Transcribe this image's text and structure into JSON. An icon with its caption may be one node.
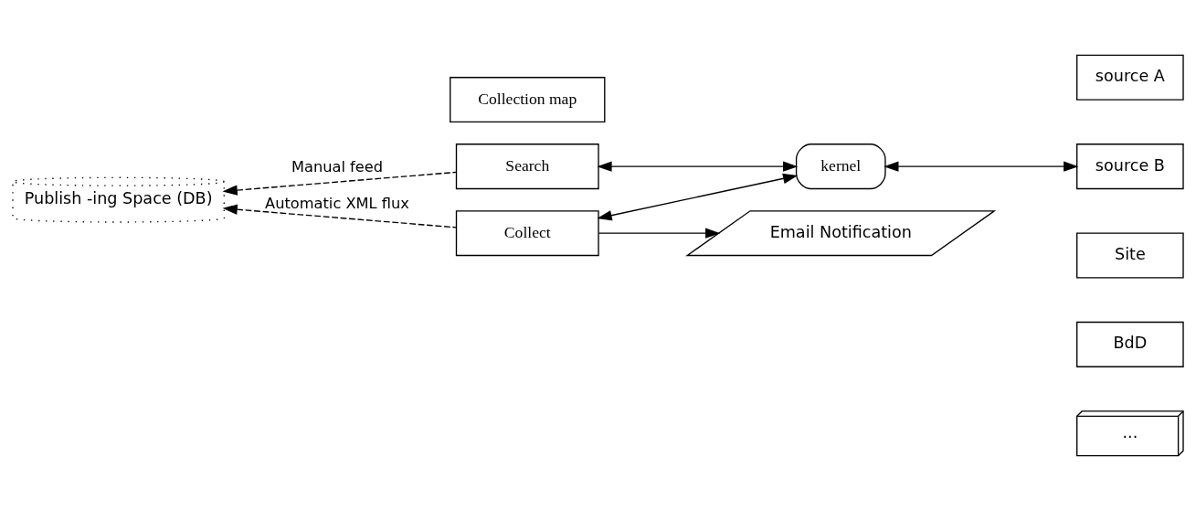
{
  "diagram": {
    "nodes": [
      {
        "text": [
          "Publish -ing Space (DB)"
        ]
      },
      {
        "text": [
          "Search"
        ]
      },
      {
        "text": [
          "Collect"
        ]
      },
      {
        "text": [
          "Collection map"
        ]
      },
      {
        "text": [
          "kernel"
        ]
      },
      {
        "text": [
          "source A"
        ]
      },
      {
        "text": [
          "source B"
        ]
      },
      {
        "text": [
          "Site"
        ]
      },
      {
        "text": [
          "BdD"
        ]
      },
      {
        "text": [
          "..."
        ]
      },
      {
        "text": [
          "Email Notification"
        ]
      }
    ],
    "edges": [
      {
        "from": 1,
        "to": 0,
        "arrow": "to",
        "label": "Manual feed",
        "style": "dashed"
      },
      {
        "from": 2,
        "to": 0,
        "arrow": "to",
        "label": "Automatic XML flux",
        "style": "dashed"
      },
      {
        "from": 1,
        "to": 4,
        "arrow": "both"
      },
      {
        "from": 2,
        "to": 4,
        "arrow": "both"
      },
      {
        "from": 4,
        "to": 6,
        "arrow": "both"
      },
      {
        "from": 2,
        "to": 10,
        "arrow": "to"
      }
    ]
  }
}
